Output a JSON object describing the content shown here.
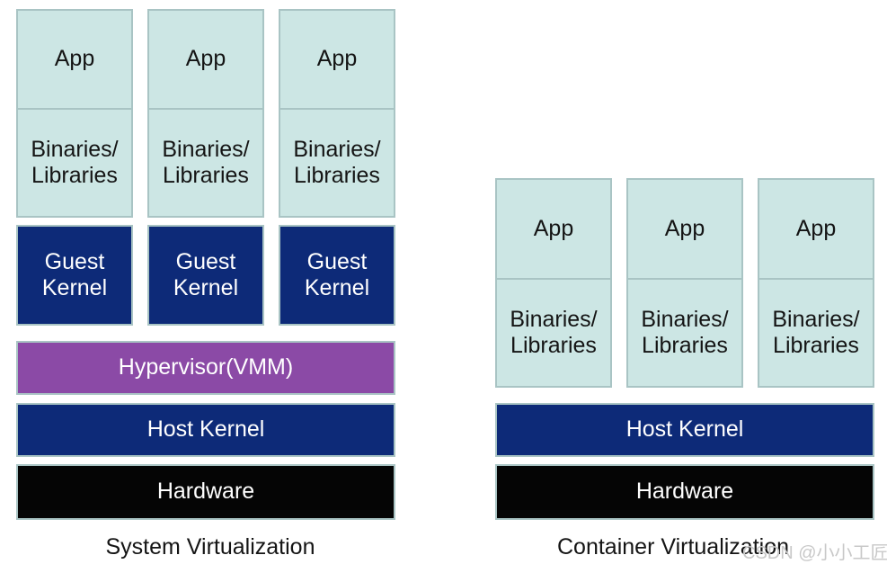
{
  "colors": {
    "app_layer": "#cce6e4",
    "kernel_layer": "#0d2a78",
    "hypervisor_layer": "#8b4aa6",
    "hardware_layer": "#050505",
    "block_border": "#a9c4c4"
  },
  "system": {
    "stacks": [
      {
        "app": "App",
        "libs": "Binaries/\nLibraries",
        "guest_kernel": "Guest\nKernel"
      },
      {
        "app": "App",
        "libs": "Binaries/\nLibraries",
        "guest_kernel": "Guest\nKernel"
      },
      {
        "app": "App",
        "libs": "Binaries/\nLibraries",
        "guest_kernel": "Guest\nKernel"
      }
    ],
    "hypervisor": "Hypervisor(VMM)",
    "host_kernel": "Host Kernel",
    "hardware": "Hardware",
    "caption": "System Virtualization"
  },
  "container": {
    "stacks": [
      {
        "app": "App",
        "libs": "Binaries/\nLibraries"
      },
      {
        "app": "App",
        "libs": "Binaries/\nLibraries"
      },
      {
        "app": "App",
        "libs": "Binaries/\nLibraries"
      }
    ],
    "host_kernel": "Host Kernel",
    "hardware": "Hardware",
    "caption": "Container Virtualization"
  },
  "watermark": "CSDN @小小工匠"
}
